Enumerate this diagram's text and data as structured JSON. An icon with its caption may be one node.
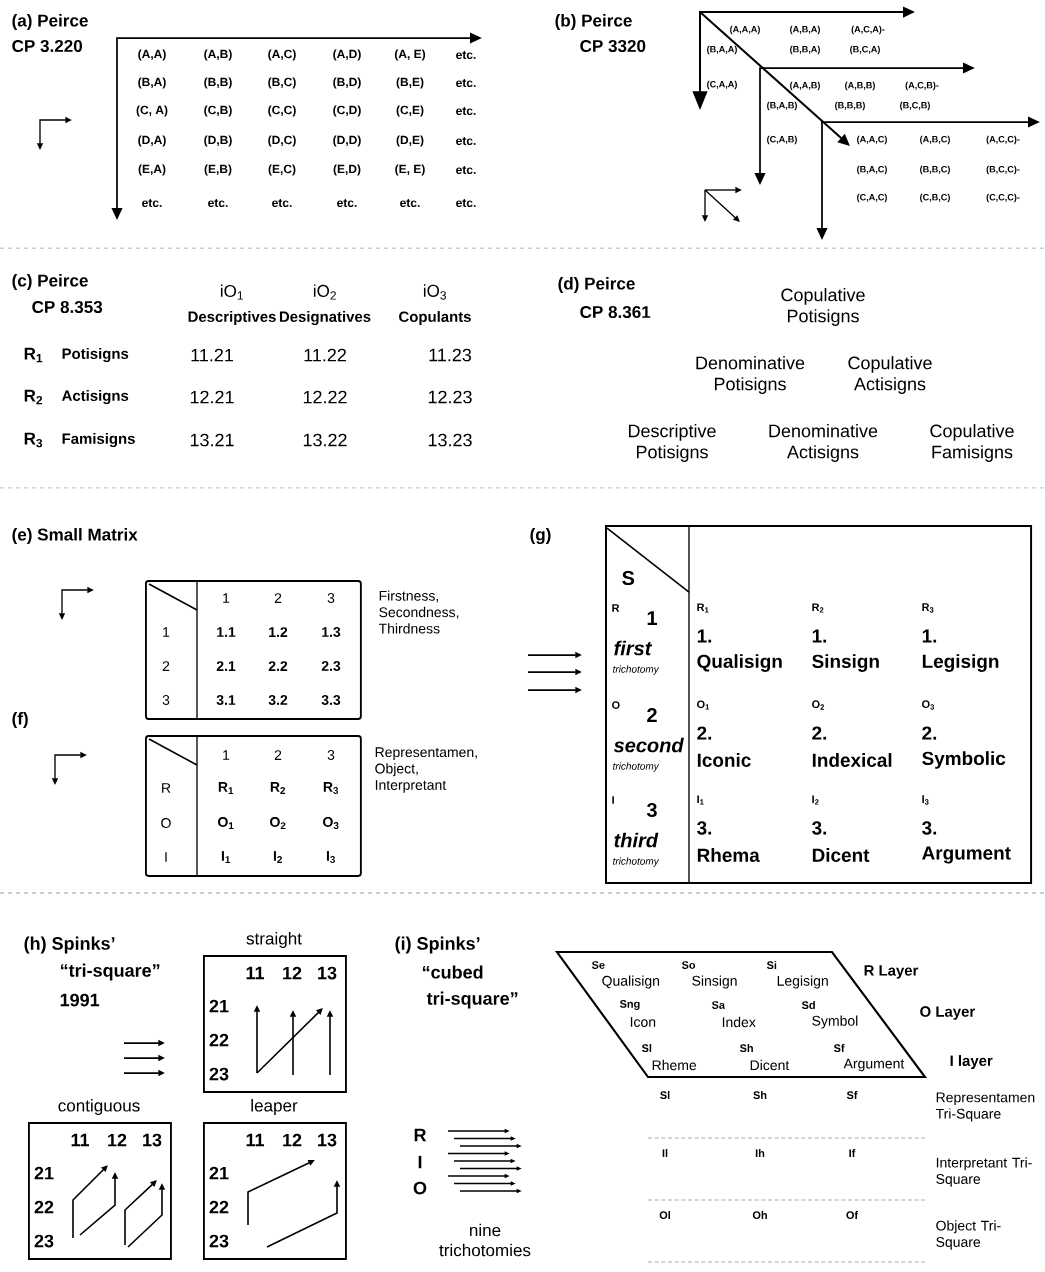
{
  "diagram": {
    "nodes": [
      {
        "text": [
          "1",
          "2",
          "3",
          "1",
          "1.1",
          "1.2",
          "1.3",
          "2",
          "2.1",
          "2.2",
          "2.3",
          "3",
          "3.1",
          "3.2",
          "3.3"
        ],
        "beside": [
          "Firstness, Secondness, Thirdness"
        ]
      },
      {
        "text": [
          "1",
          "2",
          "3",
          "R",
          "R$_{1}$",
          "R$_{2}$",
          "R$_{3}$",
          "O",
          "O$_{1}$",
          "O$_{2}$",
          "O$_{3}$",
          "I",
          "I$_{1}$",
          "I$_{2}$",
          "I$_{3}$"
        ],
        "beside": [
          "Representamen, Object, Interpretant"
        ]
      },
      {
        "text": [
          "S",
          "R",
          "1",
          "first",
          "trichotomy",
          "R$_{1}$",
          "1.",
          "Qualisign",
          "R$_{2}$",
          "1.",
          "Sinsign",
          "R$_{3}$",
          "1.",
          "Legisign",
          "O",
          "2",
          "second",
          "trichotomy",
          "O$_{1}$",
          "2.",
          "Iconic",
          "O$_{2}$",
          "2.",
          "Indexical",
          "O$_{3}$",
          "2.",
          "Symbolic",
          "I",
          "3",
          "third",
          "trichotomy",
          "I$_{1}$",
          "3.",
          "Rhema",
          "I$_{2}$",
          "3.",
          "Dicent",
          "I$_{3}$",
          "3.",
          "Argument"
        ]
      },
      {
        "text": [
          "straight",
          "11",
          "12",
          "13",
          "21",
          "22",
          "23"
        ]
      },
      {
        "text": [
          "contiguous",
          "11",
          "12",
          "13",
          "21",
          "22",
          "23"
        ]
      },
      {
        "text": [
          "leaper",
          "11",
          "12",
          "13",
          "21",
          "22",
          "23"
        ]
      },
      {
        "text": [
          "Se",
          "Qualisign",
          "So",
          "Sinsign",
          "Si",
          "Legisign",
          "Sng",
          "Icon",
          "Sa",
          "Index",
          "Sd",
          "Symbol",
          "Sl",
          "Rheme",
          "Sh",
          "Dicent",
          "Sf",
          "Argument"
        ],
        "beside": [
          "R Layer",
          "O Layer",
          "I layer"
        ]
      }
    ],
    "labels": [
      "(a) Peirce",
      "CP 3.220",
      "(A,A)",
      "(A,B)",
      "(A,C)",
      "(A,D)",
      "(A, E)",
      "etc.",
      "(B,A)",
      "(B,B)",
      "(B,C)",
      "(B,D)",
      "(B,E)",
      "etc.",
      "(C, A)",
      "(C,B)",
      "(C,C)",
      "(C,D)",
      "(C,E)",
      "etc.",
      "(D,A)",
      "(D,B)",
      "(D,C)",
      "(D,D)",
      "(D,E)",
      "etc.",
      "(E,A)",
      "(E,B)",
      "(E,C)",
      "(E,D)",
      "(E, E)",
      "etc.",
      "etc.",
      "etc.",
      "etc.",
      "etc.",
      "etc.",
      "etc.",
      "(b) Peirce",
      "CP 3320",
      "(A,A,A)",
      "(A,B,A)",
      "(A,C,A)-",
      "(B,A,A)",
      "(B,B,A)",
      "(B,C,A)",
      "(C,A,A)",
      "(A,A,B)",
      "(A,B,B)",
      "(A,C,B)-",
      "(B,A,B)",
      "(B,B,B)",
      "(B,C,B)",
      "(C,A,B)",
      "(A,A,C)",
      "(A,B,C)",
      "(A,C,C)-",
      "(B,A,C)",
      "(B,B,C)",
      "(B,C,C)-",
      "(C,A,C)",
      "(C,B,C)",
      "(C,C,C)-",
      "(c) Peirce",
      "CP 8.353",
      "iO$_{1}$",
      "iO$_{2}$",
      "iO$_{3}$",
      "Descriptives",
      "Designatives",
      "Copulants",
      "R$_{1}$",
      "Potisigns",
      "11.21",
      "11.22",
      "11.23",
      "R$_{2}$",
      "Actisigns",
      "12.21",
      "12.22",
      "12.23",
      "R$_{3}$",
      "Famisigns",
      "13.21",
      "13.22",
      "13.23",
      "(d) Peirce",
      "CP 8.361",
      "Copulative Potisigns",
      "Denominative Potisigns",
      "Copulative Actisigns",
      "Descriptive Potisigns",
      "Denominative Actisigns",
      "Copulative Famisigns",
      "(e) Small Matrix",
      "(f)",
      "(g)",
      "(h) Spinks’",
      "“tri-square”",
      "1991",
      "(i) Spinks’",
      "“cubed",
      "tri-square”",
      "R",
      "I",
      "O",
      "nine trichotomies",
      "Sl",
      "Sh",
      "Sf",
      "Representamen Tri-Square",
      "Il",
      "Ih",
      "If",
      "Interpretant Tri-Square",
      "Ol",
      "Oh",
      "Of",
      "Object Tri-Square"
    ]
  }
}
